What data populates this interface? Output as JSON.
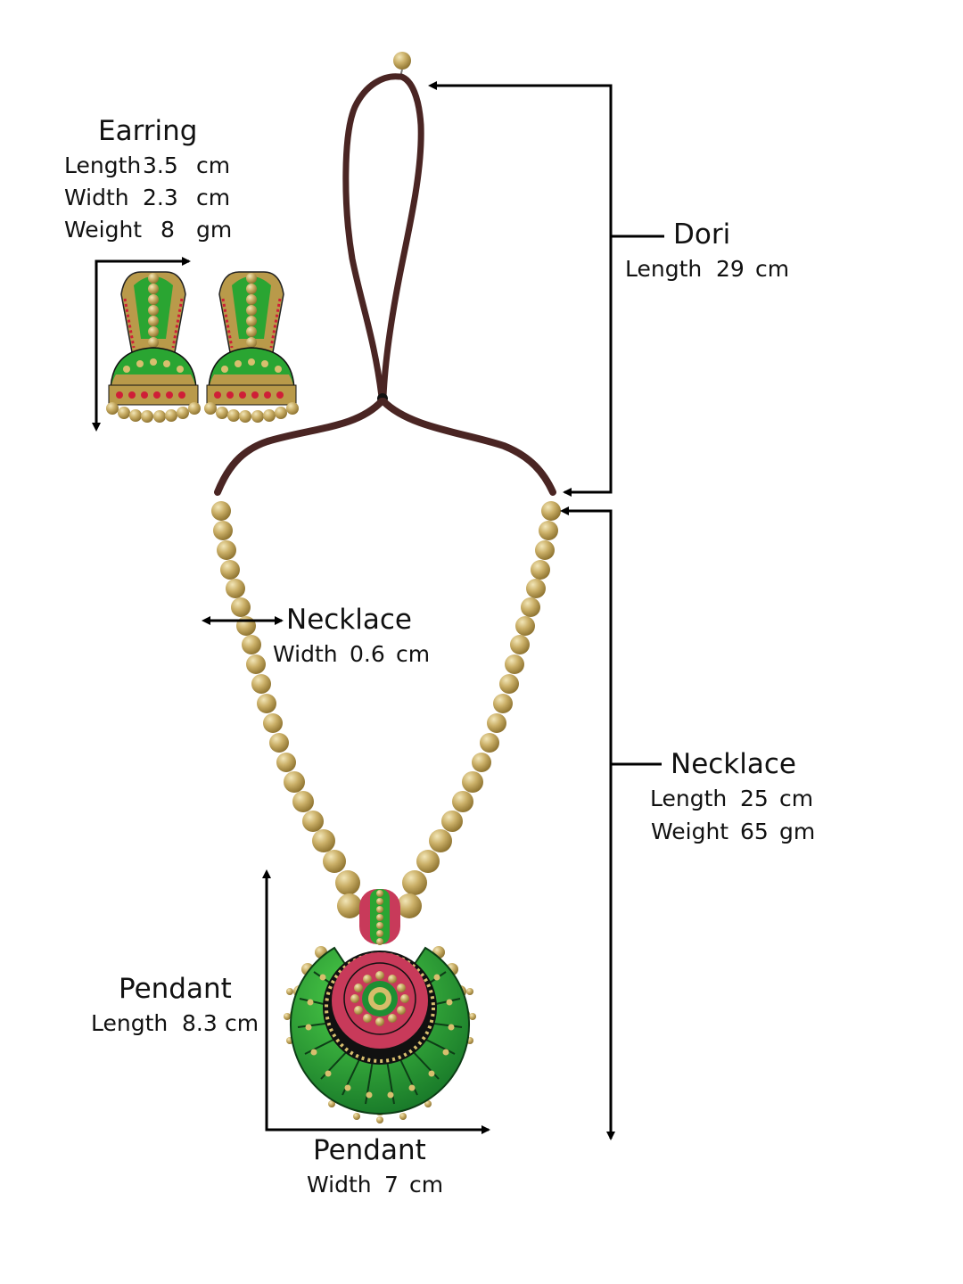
{
  "colors": {
    "background": "#ffffff",
    "line": "#000000",
    "gold": "#c8ad62",
    "gold_light": "#e6d399",
    "gold_dark": "#8f7430",
    "green": "#2aa532",
    "green_dark": "#14722a",
    "pink": "#c83a5a",
    "red": "#cf1f37",
    "cord": "#4a2523"
  },
  "earring": {
    "title": "Earring",
    "rows": [
      {
        "label": "Length",
        "value": "3.5",
        "unit": "cm"
      },
      {
        "label": "Width",
        "value": "2.3",
        "unit": "cm"
      },
      {
        "label": "Weight",
        "value": "8",
        "unit": "gm"
      }
    ]
  },
  "dori": {
    "title": "Dori",
    "rows": [
      {
        "label": "Length",
        "value": "29",
        "unit": "cm"
      }
    ]
  },
  "necklace_width": {
    "title": "Necklace",
    "rows": [
      {
        "label": "Width",
        "value": "0.6",
        "unit": "cm"
      }
    ]
  },
  "necklace": {
    "title": "Necklace",
    "rows": [
      {
        "label": "Length",
        "value": "25",
        "unit": "cm"
      },
      {
        "label": "Weight",
        "value": "65",
        "unit": "gm"
      }
    ]
  },
  "pendant_length": {
    "title": "Pendant",
    "rows": [
      {
        "label": "Length",
        "value": "8.3",
        "unit": "cm"
      }
    ]
  },
  "pendant_width": {
    "title": "Pendant",
    "rows": [
      {
        "label": "Width",
        "value": "7",
        "unit": "cm"
      }
    ]
  },
  "icons": {
    "arrows": "dimension-arrow-icon",
    "earrings": "jhumka-earring-icon",
    "pendant": "pendant-icon",
    "dori": "cord-icon"
  }
}
